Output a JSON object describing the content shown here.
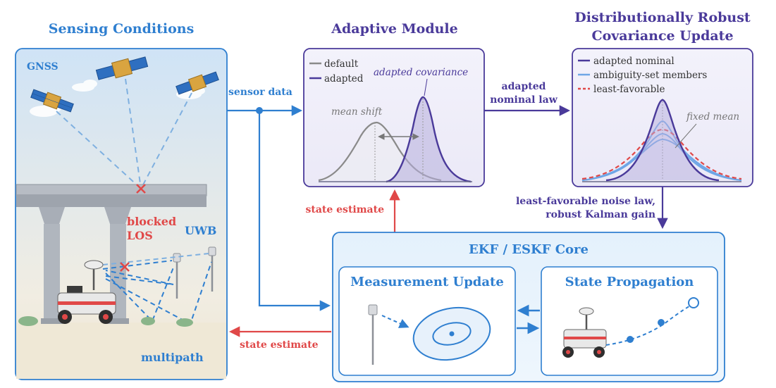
{
  "sensing": {
    "title": "Sensing Conditions",
    "gnss_label": "GNSS",
    "blocked_label_1": "blocked",
    "blocked_label_2": "LOS",
    "uwb_label": "UWB",
    "multipath_label": "multipath"
  },
  "adaptive": {
    "title": "Adaptive Module",
    "legend": [
      "default",
      "adapted"
    ],
    "annotation_adapted": "adapted covariance",
    "annotation_shift": "mean shift"
  },
  "dr": {
    "title_line1": "Distributionally Robust",
    "title_line2": "Covariance Update",
    "legend": [
      "adapted nominal",
      "ambiguity-set members",
      "least-favorable"
    ],
    "annotation": "fixed mean"
  },
  "arrows": {
    "sensor_data": "sensor data",
    "adapted_law_1": "adapted",
    "adapted_law_2": "nominal law",
    "least_fav_1": "least-favorable noise law,",
    "least_fav_2": "robust Kalman gain",
    "state_estimate_up": "state estimate",
    "state_estimate_left": "state estimate"
  },
  "core": {
    "title": "EKF / ESKF Core",
    "measurement_update": "Measurement Update",
    "state_propagation": "State Propagation"
  },
  "colors": {
    "blue": "#2f7fd0",
    "purple": "#4a3a9a",
    "red": "#e04848",
    "gray": "#8a8a8a"
  }
}
